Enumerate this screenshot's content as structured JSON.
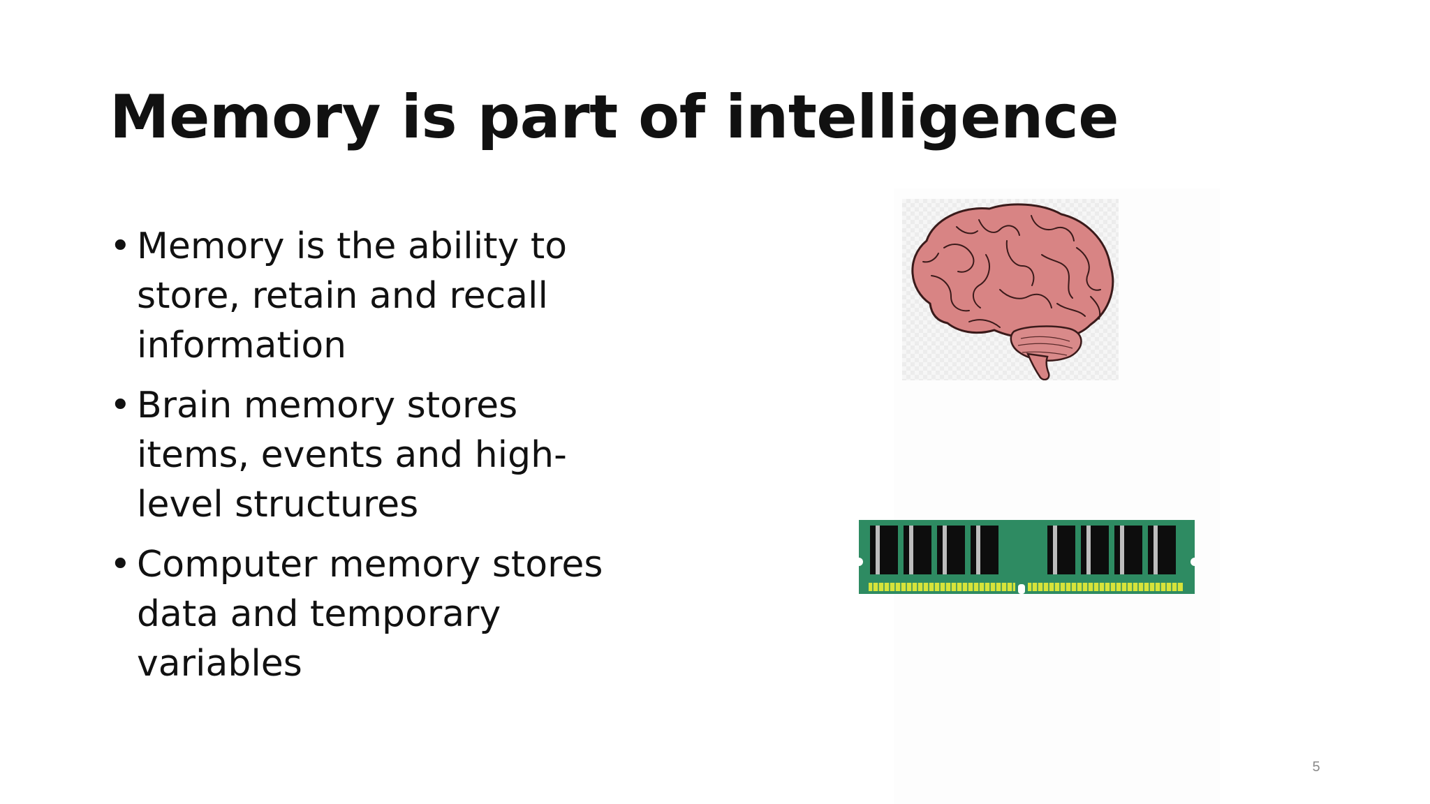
{
  "slide": {
    "title": "Memory is part of intelligence",
    "bullet_symbol": "•",
    "bullets": [
      {
        "text": "Memory is the ability to store, retain and recall information"
      },
      {
        "text": "Brain memory stores items, events and high-level structures"
      },
      {
        "text": "Computer memory stores data and temporary variables"
      }
    ],
    "images": [
      {
        "icon": "brain-icon"
      },
      {
        "icon": "ram-module-icon"
      }
    ],
    "page_number": "5"
  },
  "colors": {
    "text": "#111111",
    "brain_fill": "#d88484",
    "brain_outline": "#3a1a1a",
    "ram_board": "#2e8b62",
    "ram_chip": "#0d0d0d",
    "ram_contacts": "#d7e33a",
    "page_number": "#8a8a8a"
  }
}
